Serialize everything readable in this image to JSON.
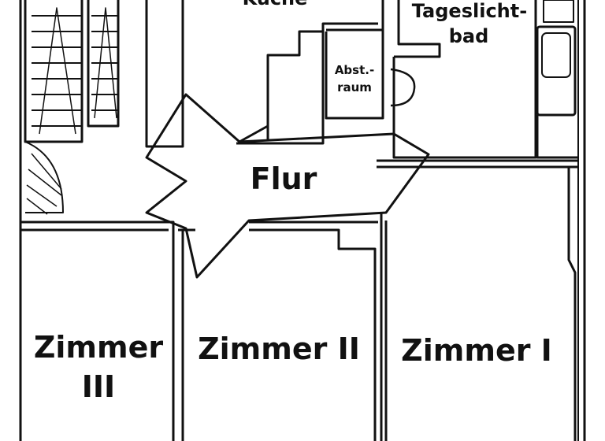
{
  "plan": {
    "top_label_fragment": "Küche",
    "bad_line1": "Tageslicht-",
    "bad_line2": "bad",
    "abst_line1": "Abst.-",
    "abst_line2": "raum",
    "flur": "Flur",
    "zimmer3_line1": "Zimmer",
    "zimmer3_line2": "III",
    "zimmer2": "Zimmer II",
    "zimmer1": "Zimmer I"
  },
  "colors": {
    "line": "#111111",
    "background": "#ffffff"
  }
}
